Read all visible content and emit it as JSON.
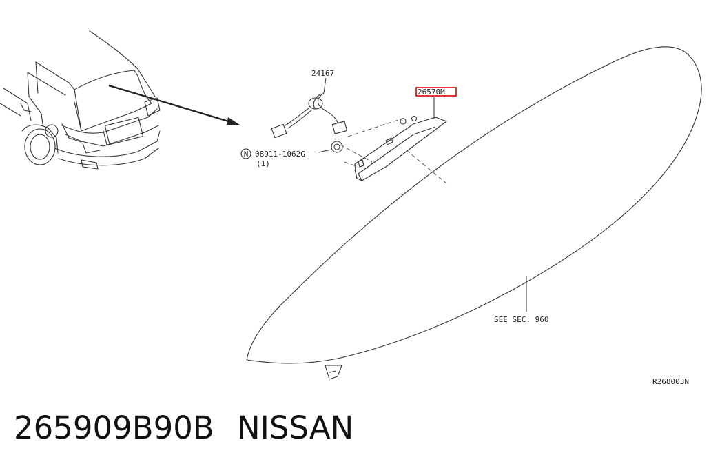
{
  "diagram": {
    "callouts": {
      "harness": "24167",
      "lamp_part": "26570M",
      "nut_ref": "08911-1062G",
      "nut_qty": "(1)",
      "nut_symbol": "N",
      "section_ref": "SEE SEC. 960",
      "drawing_code": "R268003N"
    },
    "highlight_color": "#e00000"
  },
  "footer": {
    "part_number": "265909B90B",
    "brand": "NISSAN"
  }
}
